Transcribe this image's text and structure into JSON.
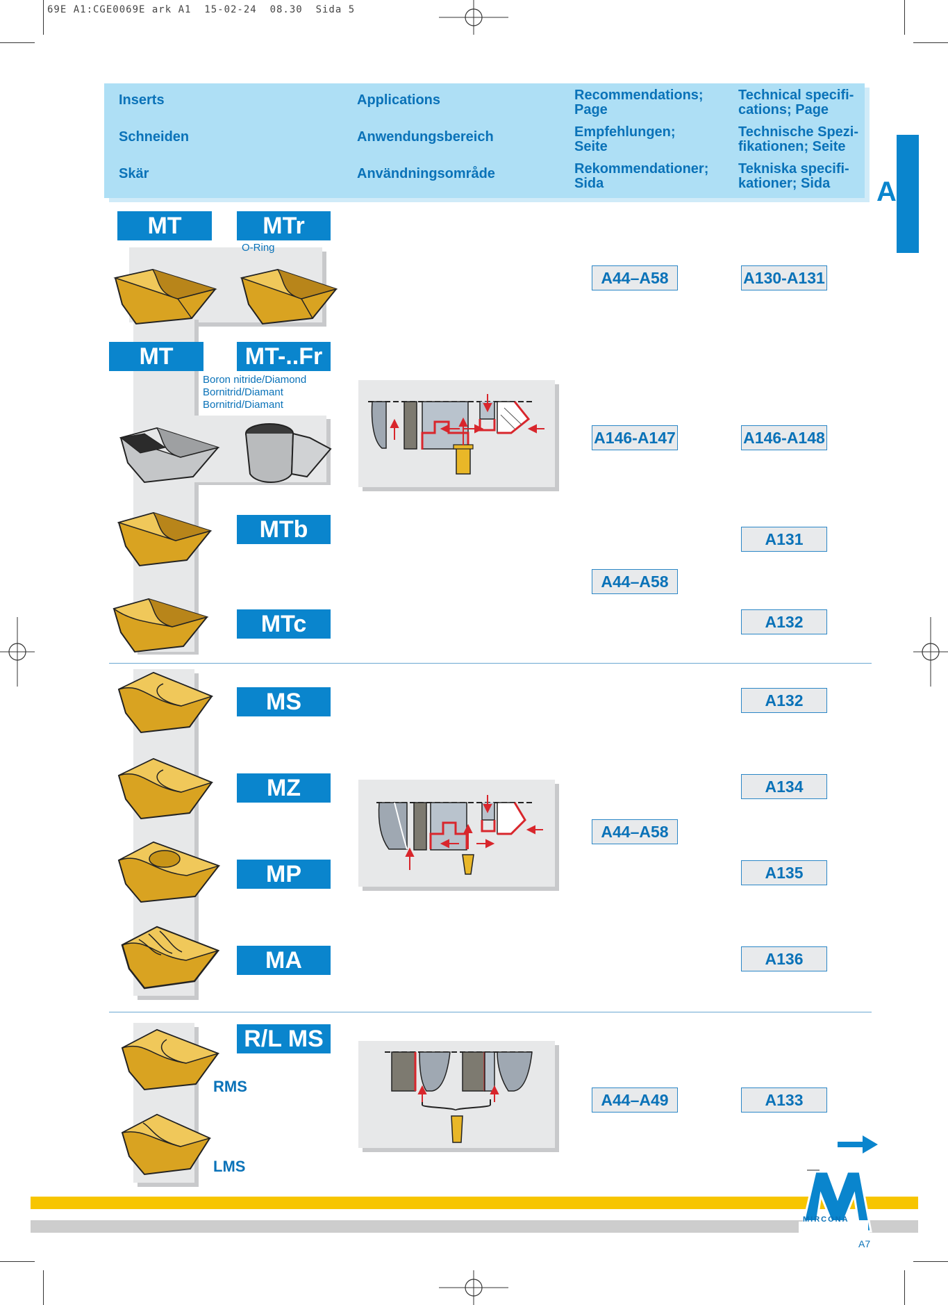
{
  "slug": "69E A1:CGE0069E ark A1  15-02-24  08.30  Sida 5",
  "header": {
    "col1": [
      "Inserts",
      "Schneiden",
      "Skär"
    ],
    "col2": [
      "Applications",
      "Anwendungsbereich",
      "Användningsområde"
    ],
    "col3": [
      [
        "Recommendations;",
        "Page"
      ],
      [
        "Empfehlungen;",
        "Seite"
      ],
      [
        "Rekommendationer;",
        "Sida"
      ]
    ],
    "col4": [
      [
        "Technical specifi-",
        "cations; Page"
      ],
      [
        "Technische Spezi-",
        "fikationen; Seite"
      ],
      [
        "Tekniska specifi-",
        "kationer; Sida"
      ]
    ]
  },
  "section_letter": "A",
  "labels": {
    "mt1": "MT",
    "mtr": "MTr",
    "mt2": "MT",
    "mtfr": "MT-..Fr",
    "mtb": "MTb",
    "mtc": "MTc",
    "ms": "MS",
    "mz": "MZ",
    "mp": "MP",
    "ma": "MA",
    "rlms": "R/L MS"
  },
  "notes": {
    "oring": "O-Ring",
    "boron": [
      "Boron nitride/Diamond",
      "Bornitrid/Diamant",
      "Bornitrid/Diamant"
    ],
    "rms": "RMS",
    "lms": "LMS"
  },
  "refs": {
    "r1": "A44–A58",
    "t1": "A130-A131",
    "r2": "A146-A147",
    "t2": "A146-A148",
    "t3": "A131",
    "r3": "A44–A58",
    "t4": "A132",
    "t5": "A132",
    "t6": "A134",
    "r4": "A44–A58",
    "t7": "A135",
    "t8": "A136",
    "r5": "A44–A49",
    "t9": "A133"
  },
  "footer": {
    "logo": "MIRCONA",
    "page": "A7"
  },
  "colors": {
    "blue": "#0a85cd",
    "header_bg": "#aedff5",
    "gold": "#d9a321",
    "yellow_band": "#f7c500",
    "gray_band": "#cdcdcd",
    "diagram_red": "#d8262c"
  }
}
